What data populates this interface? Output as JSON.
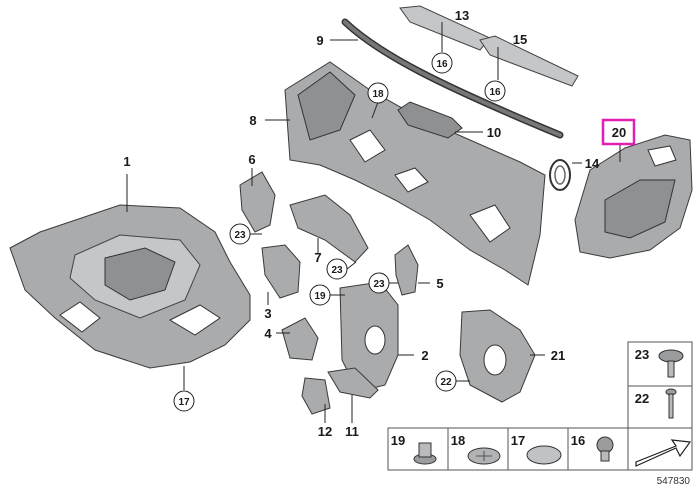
{
  "diagram": {
    "callouts": {
      "c1": "1",
      "c2": "2",
      "c3": "3",
      "c4": "4",
      "c5": "5",
      "c6": "6",
      "c7": "7",
      "c8": "8",
      "c9": "9",
      "c10": "10",
      "c11": "11",
      "c12": "12",
      "c13": "13",
      "c14": "14",
      "c15": "15",
      "c20": "20",
      "c21": "21"
    },
    "circled": {
      "c16a": "16",
      "c16b": "16",
      "c17": "17",
      "c18": "18",
      "c19": "19",
      "c22": "22",
      "c23a": "23",
      "c23b": "23",
      "c23c": "23"
    },
    "legend": {
      "l19": "19",
      "l18": "18",
      "l17": "17",
      "l16": "16",
      "l23": "23",
      "l22": "22"
    },
    "catalog_number": "547830",
    "highlight_color": "#e020b0"
  }
}
